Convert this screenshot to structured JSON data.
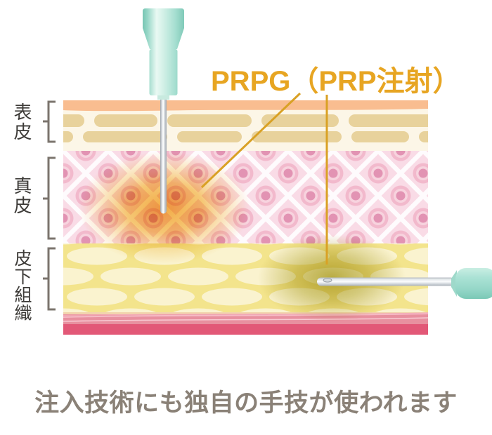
{
  "figure": {
    "title": "PRPG（PRP注射）",
    "caption": "注入技術にも独自の手技が使われます",
    "layer_labels": {
      "epidermis": "表皮",
      "dermis": "真皮",
      "subcutaneous": "皮下組織"
    }
  },
  "palette": {
    "accent_gold": "#D9A125",
    "title_gold": "#E7A522",
    "label_text": "#3D3B38",
    "caption_text": "#8A8177",
    "bracket_gray": "#7B746D",
    "stratum_corneum_peach": "#F9BD90",
    "epidermis_cream": "#FCF6E7",
    "epidermis_brick": "#E8D29C",
    "dermis_pink": "#F9DBE6",
    "dermis_cell_inner": "#E293B3",
    "subcutaneous_yellow": "#F3E48C",
    "fat_cell_cream": "#FAF3CF",
    "muscle_band_pink": "#E8909F",
    "muscle_band_red": "#E25877",
    "syringe_teal": "#A9DFD3",
    "needle_gray": "#C9CED4",
    "glow_dermis_gold": "#F2A93C",
    "glow_subcutaneous_olive": "#B5AC3E"
  }
}
